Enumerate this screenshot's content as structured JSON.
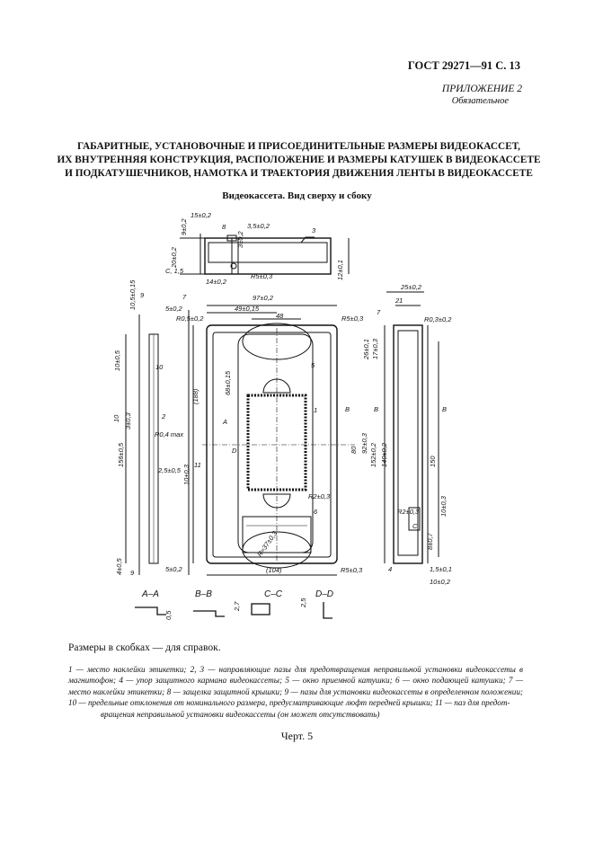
{
  "header": {
    "doc_ref": "ГОСТ 29271—91 С. 13"
  },
  "appendix": {
    "label": "ПРИЛОЖЕНИЕ 2",
    "status": "Обязательное"
  },
  "title": {
    "lines": [
      "ГАБАРИТНЫЕ, УСТАНОВОЧНЫЕ И ПРИСОЕДИНИТЕЛЬНЫЕ РАЗМЕРЫ ВИДЕОКАССЕТ,",
      "ИХ ВНУТРЕННЯЯ КОНСТРУКЦИЯ, РАСПОЛОЖЕНИЕ И РАЗМЕРЫ КАТУШЕК В ВИДЕОКАССЕТЕ",
      "И ПОДКАТУШЕЧНИКОВ, НАМОТКА И ТРАЕКТОРИЯ ДВИЖЕНИЯ ЛЕНТЫ В ВИДЕОКАССЕТЕ"
    ]
  },
  "drawing": {
    "subtitle": "Видеокассета. Вид сверху и сбоку",
    "dims": {
      "d15": "15±0,2",
      "d8": "8",
      "d3": "3",
      "d35": "3,5±0,2",
      "d9": "9±0,2",
      "d3b": "3±0,2",
      "d20": "20±0,2",
      "dc15": "C, 1,5",
      "d14": "14±0,2",
      "r5top": "R5±0,3",
      "d12": "12±0,1",
      "d9b": "9",
      "d7": "7",
      "d97": "97±0,2",
      "d25": "25±0,2",
      "d21": "21",
      "d105": "10,5±0,15",
      "d5": "5±0,2",
      "r05": "R0,5±0,2",
      "d49": "49±0,15",
      "d48": "48",
      "r5b": "R5±0,3",
      "d7b": "7",
      "r03": "R0,3±0,2",
      "d10": "10±0,5",
      "n10": "10",
      "n5": "5",
      "d26": "26±0,1",
      "d17": "17±0,3",
      "d188": "(188)",
      "d68": "68±0,15",
      "lblB1": "B",
      "lblB2": "B",
      "lblB3": "B",
      "n10b": "10",
      "d3c": "3±0,3",
      "n2": "2",
      "n1": "1",
      "lblA": "A",
      "lblD": "D",
      "r04": "R0,4 max",
      "d156": "156±0,5",
      "d25b": "2,5±0,5",
      "d10c": "10±0,3",
      "n11": "11",
      "d80": "80",
      "d92": "92±0,3",
      "d152": "152±0,2",
      "d140": "140±0,2",
      "d150": "150",
      "r2": "R2±0,3",
      "r2b": "R2±0,3",
      "d10d": "10±0,3",
      "n6": "6",
      "r37": "R≈37±0,3",
      "lblC": "C",
      "d8b": "8±0,7",
      "d4": "4±0,5",
      "n9": "9",
      "d5b": "5±0,2",
      "d104": "(104)",
      "r5c": "R5±0,3",
      "n4": "4",
      "d15b": "1,5±0,1",
      "d10e": "10±0,2",
      "sAA": "A–A",
      "sBB": "B–B",
      "sCC": "C–C",
      "sDD": "D–D",
      "d05": "0,5",
      "d27": "2,7",
      "d25c": "2,5"
    }
  },
  "note": "Размеры в скобках — для справок.",
  "legend": {
    "line1": "1 — место наклейки этикетки; 2, 3 — направляющие пазы для предотвращения неправильной установки видеокассеты в магнитофон; 4 — упор защитного кармана видеокассеты; 5 — окно приемной катушки; 6 — окно подающей катушки; 7 — место наклейки этикетки; 8 — защелка защитной крышки; 9 — пазы для установки видеокассеты в определенном положении; 10 — предельные отклонения от номинального размера, предусматривающие люфт передней крышки; 11 — паз для предот-",
    "line2": "вращения неправильной установки видеокассеты (он может отсутствовать)"
  },
  "caption": "Черт. 5"
}
